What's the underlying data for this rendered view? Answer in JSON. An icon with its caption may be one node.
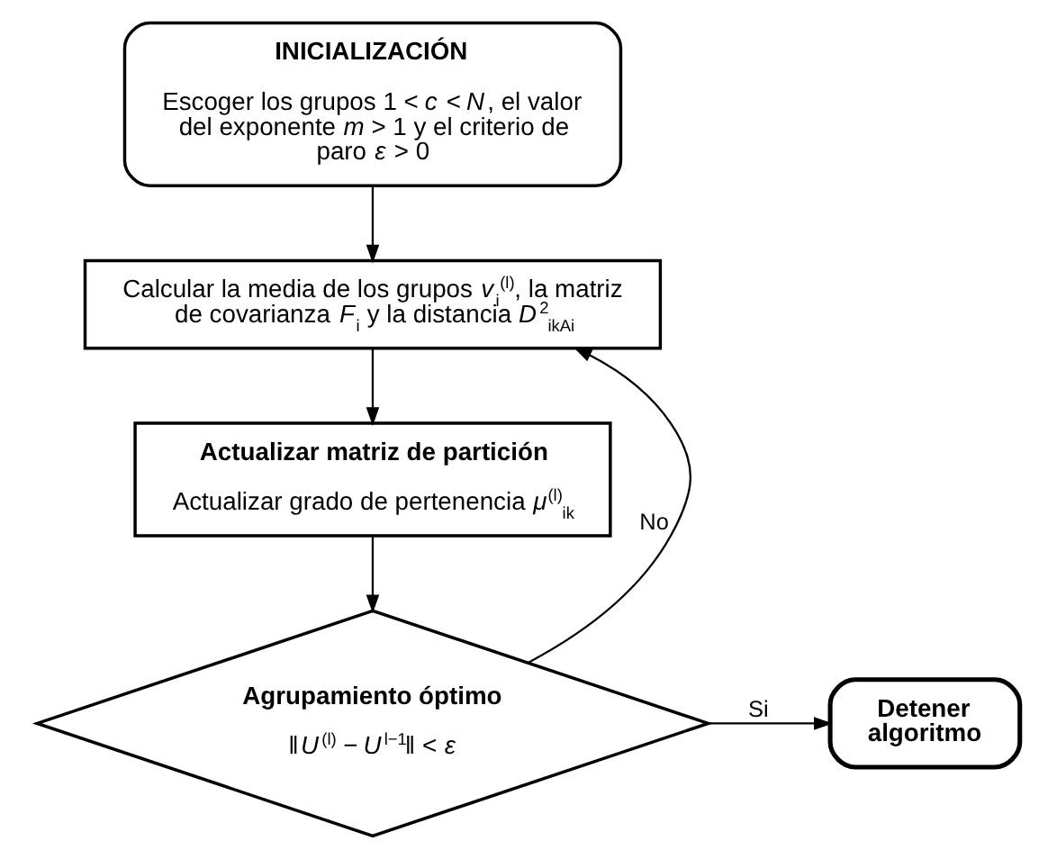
{
  "diagram": {
    "nodes": [
      {
        "text": [
          "INICIALIZACIÓN",
          "Escoger los grupos 1 < *c* < *N*, el valor del exponente *m* > 1 y el criterio de paro *ε* > 0"
        ]
      },
      {
        "text": [
          "Calcular la media de los grupos *v*$_{i}$$^{(l)}$, la matriz de covarianza *F*$_{i}$ y la distancia *D*$^{2}$$_{ikAi}$"
        ]
      },
      {
        "text": [
          "Actualizar matriz de partición",
          "Actualizar grado de pertenencia *μ*$^{(l)}$$_{ik}$"
        ]
      },
      {
        "text": [
          "Agrupamiento óptimo",
          "‖*U*$^{(l)}$ − *U*$^{l−1}$‖ < *ε*"
        ]
      },
      {
        "text": [
          "Detener algoritmo"
        ]
      }
    ],
    "edges": [
      {
        "from": 0,
        "to": 1,
        "arrow": "to"
      },
      {
        "from": 1,
        "to": 2,
        "arrow": "to"
      },
      {
        "from": 2,
        "to": 3,
        "arrow": "to"
      },
      {
        "from": 3,
        "to": 1,
        "arrow": "to",
        "label": "No"
      },
      {
        "from": 3,
        "to": 4,
        "arrow": "to",
        "label": "Si"
      }
    ]
  }
}
